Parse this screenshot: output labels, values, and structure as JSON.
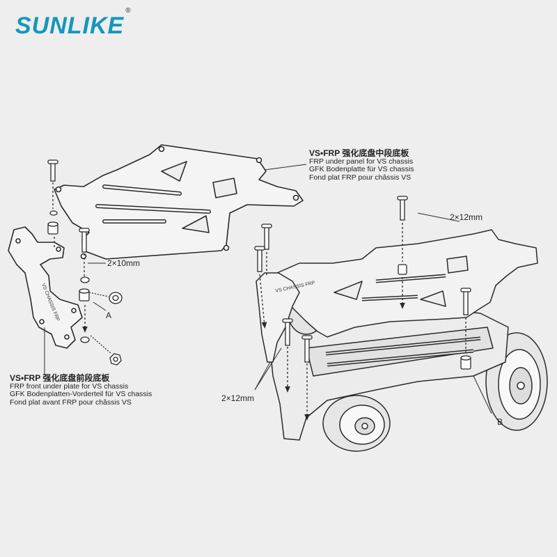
{
  "brand": {
    "name": "SUNLIKE",
    "mark": "®"
  },
  "middle_panel_label": {
    "title": "VS•FRP 强化底盘中段底板",
    "lines": [
      "FRP under panel for VS chassis",
      "GFK Bodenplatte für VS chassis",
      "Fond plat FRP pour châssis VS"
    ]
  },
  "front_plate_label": {
    "title": "VS•FRP 强化底盘前段底板",
    "lines": [
      "FRP front under plate for VS chassis",
      "GFK Bodenplatten-Vorderteil für VS chassis",
      "Fond plat avant FRP pour châssis VS"
    ]
  },
  "dims": {
    "screw_front": "2×10mm",
    "screw_right": "2×12mm",
    "screw_bottom": "2×12mm"
  },
  "letters": {
    "a": "A",
    "b": "B"
  },
  "plate_marks": {
    "front_plate": "VS CHASSIS FRP",
    "mid_plate": "VS CHASSIS FRP"
  },
  "colors": {
    "brand": "#1597b8",
    "background": "#eeeeee",
    "line": "#2a2a2a"
  }
}
